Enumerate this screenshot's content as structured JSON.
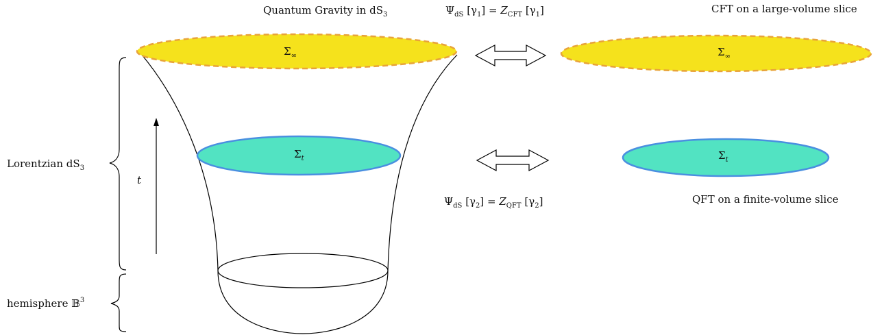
{
  "titles": {
    "left": "Quantum Gravity in dS",
    "left_sub": "3",
    "right_top": "CFT on a large-volume slice",
    "right_bottom": "QFT on a finite-volume slice"
  },
  "equations": {
    "top": {
      "lhs": "Ψ",
      "lhs_sub": "dS",
      "lhs_arg": " [γ",
      "lhs_arg_sub": "1",
      "lhs_close": "] = ",
      "rhs": "Z",
      "rhs_sub": "CFT",
      "rhs_arg": " [γ",
      "rhs_arg_sub": "1",
      "rhs_close": "]"
    },
    "bottom": {
      "lhs": "Ψ",
      "lhs_sub": "dS",
      "lhs_arg": " [γ",
      "lhs_arg_sub": "2",
      "lhs_close": "] = ",
      "rhs": "Z",
      "rhs_sub": "QFT",
      "rhs_arg": " [γ",
      "rhs_arg_sub": "2",
      "rhs_close": "]"
    }
  },
  "slices": {
    "future": {
      "symbol": "Σ",
      "sub": "∞"
    },
    "finite": {
      "symbol": "Σ",
      "sub": "t"
    }
  },
  "side_labels": {
    "lorentzian": "Lorentzian dS",
    "lorentzian_sub": "3",
    "hemisphere": "hemisphere ",
    "hemisphere_symbol": "𝔹",
    "hemisphere_sup": "3",
    "time": "t"
  },
  "colors": {
    "future_fill": "#f5e21c",
    "future_stroke": "#e8a33a",
    "finite_fill": "#52e3c2",
    "finite_stroke": "#4a8fe0",
    "line": "#000000"
  }
}
